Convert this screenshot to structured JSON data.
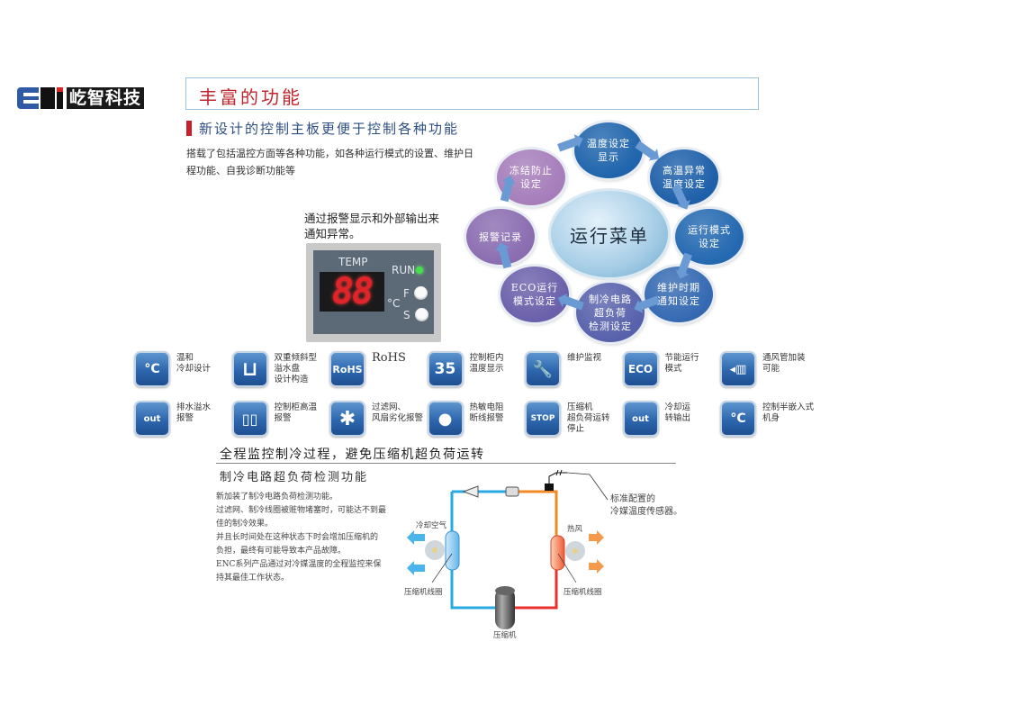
{
  "logo": {
    "mark": "ETI",
    "company_name": "屹智科技"
  },
  "page_title": "丰富的功能",
  "section1": {
    "heading": "新设计的控制主板更便于控制各种功能",
    "intro_line1": "搭载了包括温控方面等各种功能，如各种运行模式的设置、维护日",
    "intro_line2": "程功能、自我诊断功能等"
  },
  "alarm_note": {
    "line1": "通过报警显示和外部输出来",
    "line2": "通知异常。"
  },
  "control_panel": {
    "temp_label": "TEMP",
    "display_value": "88",
    "unit": "°C",
    "run_label": "RUN",
    "button_f": "F",
    "button_s": "S",
    "led_color": "#43e04a"
  },
  "operation_menu": {
    "center_label": "运行菜单",
    "nodes": [
      {
        "line1": "温度设定",
        "line2": "显示",
        "color": "#1f64ac"
      },
      {
        "line1": "高温异常",
        "line2": "温度设定",
        "color": "#1d5fa9"
      },
      {
        "line1": "运行模式",
        "line2": "设定",
        "color": "#2368b0"
      },
      {
        "line1": "维护时期",
        "line2": "通知设定",
        "color": "#3469b2"
      },
      {
        "line1": "制冷电路",
        "line2": "超负荷",
        "line3": "检测设定",
        "color": "#5761ab"
      },
      {
        "line1": "ECO运行",
        "line2": "模式设定",
        "color": "#6a5faa"
      },
      {
        "line1": "报警记录",
        "line2": "",
        "color": "#8a6cb0"
      },
      {
        "line1": "冻结防止",
        "line2": "设定",
        "color": "#a57dba"
      }
    ]
  },
  "features": [
    {
      "icon": "gentle-cooling-icon",
      "glyph": "°C",
      "label_lines": [
        "温和",
        "冷却设计"
      ]
    },
    {
      "icon": "drain-pan-icon",
      "glyph": "⊔",
      "label_lines": [
        "双重倾斜型",
        "溢水盘",
        "设计构造"
      ]
    },
    {
      "icon": "rohs-icon",
      "glyph": "RoHS",
      "label_lines": [
        "RoHS"
      ]
    },
    {
      "icon": "cabinet-temp-display-icon",
      "glyph": "35",
      "label_lines": [
        "控制柜内",
        "温度显示"
      ]
    },
    {
      "icon": "wrench-icon",
      "glyph": "🔧",
      "label_lines": [
        "维护监视"
      ]
    },
    {
      "icon": "eco-icon",
      "glyph": "ECO",
      "label_lines": [
        "节能运行",
        "模式"
      ]
    },
    {
      "icon": "duct-icon",
      "glyph": "◂▥",
      "label_lines": [
        "通风管加装",
        "可能"
      ]
    },
    {
      "icon": "drain-overflow-icon",
      "glyph": "out",
      "label_lines": [
        "排水溢水",
        "报警"
      ]
    },
    {
      "icon": "cabinet-high-temp-icon",
      "glyph": "▯▯",
      "label_lines": [
        "控制柜高温",
        "报警"
      ]
    },
    {
      "icon": "filter-fan-icon",
      "glyph": "✱",
      "label_lines": [
        "过滤网、",
        "风扇劣化报警"
      ]
    },
    {
      "icon": "thermistor-icon",
      "glyph": "●",
      "label_lines": [
        "热敏电阻",
        "断线报警"
      ]
    },
    {
      "icon": "compressor-stop-icon",
      "glyph": "STOP",
      "label_lines": [
        "压缩机",
        "超负荷运转",
        "停止"
      ]
    },
    {
      "icon": "cooling-output-icon",
      "glyph": "out",
      "label_lines": [
        "冷却运",
        "转输出"
      ]
    },
    {
      "icon": "semi-embedded-icon",
      "glyph": "°C",
      "label_lines": [
        "控制半嵌入式",
        "机身"
      ]
    }
  ],
  "section2": {
    "heading": "全程监控制冷过程，避免压缩机超负荷运转",
    "subheading": "制冷电路超负荷检测功能",
    "body_lines": [
      "新加装了制冷电路负荷检测功能。",
      "过滤网、制冷线圈被赃物堵塞时，可能达不到最",
      "佳的制冷效果。",
      "并且长时间处在这种状态下时会增加压缩机的",
      "负担，最终有可能导致本产品故障。",
      "ENC系列产品通过对冷媒温度的全程监控来保",
      "持其最佳工作状态。"
    ]
  },
  "diagram": {
    "cool_air_label": "冷却空气",
    "hot_air_label": "热风",
    "left_coil_label": "压缩机线圈",
    "right_coil_label": "压缩机线圈",
    "compressor_label": "压缩机",
    "sensor_note_line1": "标准配置的",
    "sensor_note_line2": "冷媒温度传感器。",
    "cold_color": "#29a9e1",
    "hot_color": "#f08a24",
    "hot_return_color": "#e8312f"
  }
}
